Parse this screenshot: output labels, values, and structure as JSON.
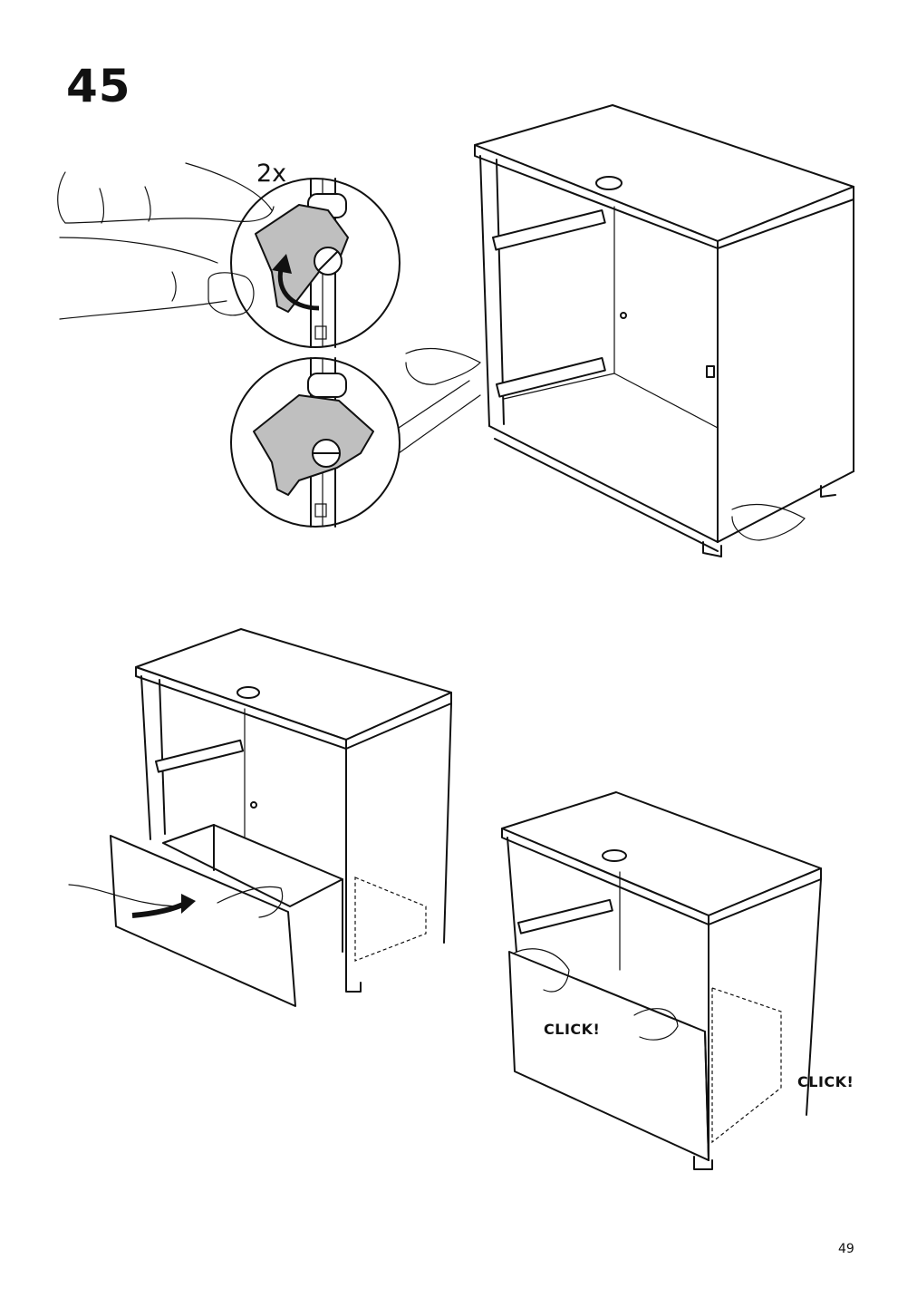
{
  "step": {
    "number": "45"
  },
  "detail": {
    "quantity": "2x"
  },
  "labels": {
    "click_drawer_front": "CLICK!",
    "click_drawer_side": "CLICK!"
  },
  "footer": {
    "page_number": "49"
  }
}
